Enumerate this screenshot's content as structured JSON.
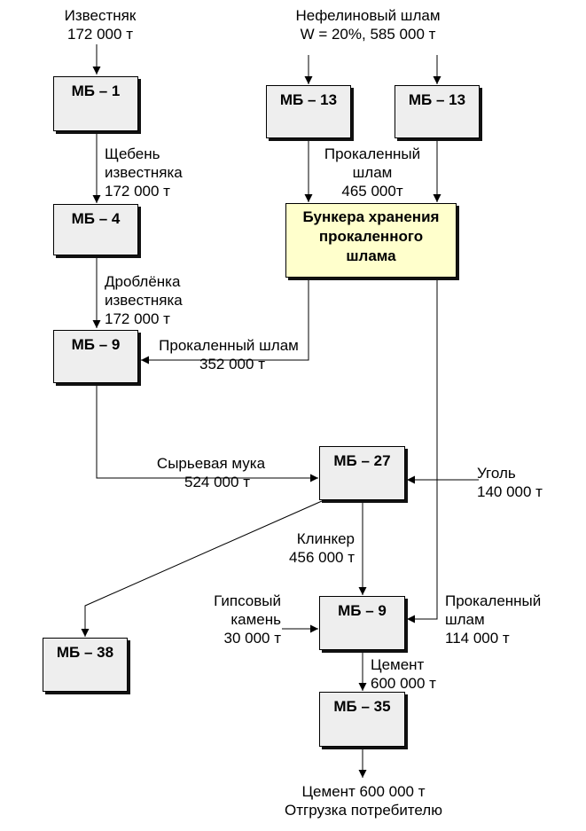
{
  "blocks": {
    "mb1": "МБ – 1",
    "mb4": "МБ – 4",
    "mb9_top": "МБ – 9",
    "mb13_left": "МБ – 13",
    "mb13_right": "МБ – 13",
    "storage": [
      "Бункера хранения",
      "прокаленного",
      "шлама"
    ],
    "mb27": "МБ – 27",
    "mb38": "МБ – 38",
    "mb9_bottom": "МБ – 9",
    "mb35": "МБ – 35"
  },
  "labels": {
    "limestone": [
      "Известняк",
      "172 000 т"
    ],
    "nepheline": [
      "Нефелиновый шлам",
      "W = 20%, 585 000 т"
    ],
    "crushed_stone": [
      "Щебень",
      "известняка",
      "172 000 т"
    ],
    "calcined_to_storage": [
      "Прокаленный",
      "шлам",
      "465 000т"
    ],
    "crushed_limestone": [
      "Дроблёнка",
      "известняка",
      "172 000 т"
    ],
    "calcined_to_mb9": [
      "Прокаленный шлам",
      "352 000  т"
    ],
    "raw_meal": [
      "Сырьевая мука",
      "524 000  т"
    ],
    "coal": [
      "Уголь",
      "140 000 т"
    ],
    "clinker": [
      "Клинкер",
      "456 000  т"
    ],
    "gypsum": [
      "Гипсовый",
      "камень",
      "30 000  т"
    ],
    "calcined_to_mb9_bottom": [
      "Прокаленный",
      "шлам",
      "114 000 т"
    ],
    "cement_mid": [
      "Цемент",
      "600 000  т"
    ],
    "cement_out": [
      "Цемент 600 000 т",
      "Отгрузка потребителю"
    ]
  }
}
